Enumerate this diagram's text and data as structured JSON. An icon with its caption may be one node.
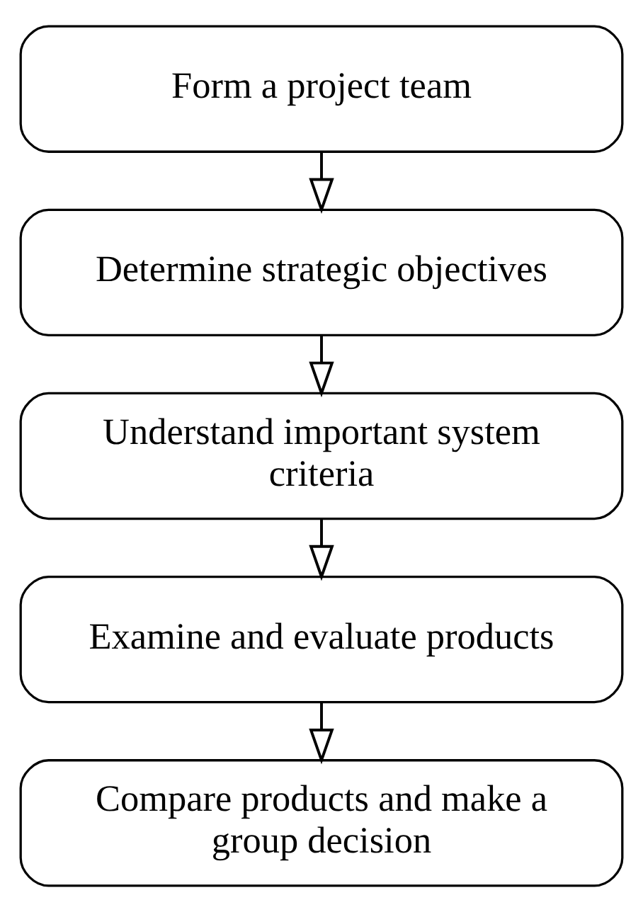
{
  "diagram": {
    "nodes": [
      {
        "text": [
          "Form a project team"
        ]
      },
      {
        "text": [
          "Determine strategic objectives"
        ]
      },
      {
        "text": [
          "Understand important system criteria"
        ]
      },
      {
        "text": [
          "Examine and evaluate products"
        ]
      },
      {
        "text": [
          "Compare products and make a group decision"
        ]
      }
    ],
    "edges": [
      {
        "from": 0,
        "to": 1,
        "arrow": "to"
      },
      {
        "from": 1,
        "to": 2,
        "arrow": "to"
      },
      {
        "from": 2,
        "to": 3,
        "arrow": "to"
      },
      {
        "from": 3,
        "to": 4,
        "arrow": "to"
      }
    ]
  }
}
